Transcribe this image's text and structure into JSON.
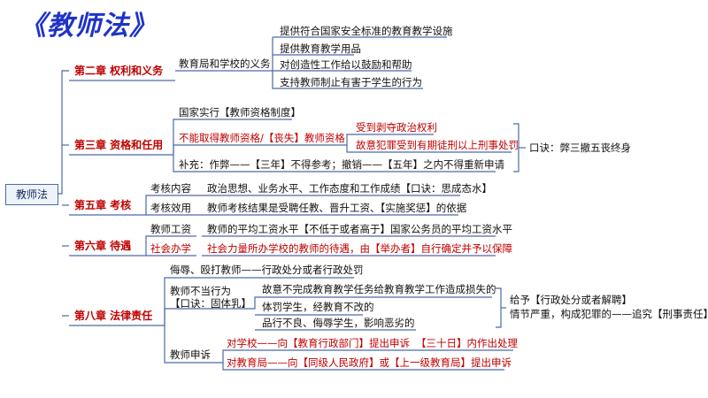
{
  "title": "《教师法》",
  "root": "教师法",
  "ch2": {
    "label": "第二章   权利和义务",
    "duty": "教育局和学校的义务",
    "items": [
      "提供符合国家安全标准的教育教学设施",
      "提供教育教学用品",
      "对创造性工作给以鼓励和帮助",
      "支持教师制止有害于学生的行为"
    ]
  },
  "ch3": {
    "label": "第三章   资格和任用",
    "system": "国家实行【教师资格制度】",
    "cannot": "不能取得教师资格/【丧失】教师资格",
    "reasons": [
      "受到剥夺政治权利",
      "故意犯罪受到有期徒刑以上刑事处罚"
    ],
    "supplement": "补充：作弊——【三年】不得参考；撤销——【五年】之内不得重新申请",
    "mnemonic": "口诀：弊三撤五丧终身"
  },
  "ch5": {
    "label": "第五章   考核",
    "rows": [
      {
        "key": "考核内容",
        "val": "政治思想、业务水平、工作态度和工作成绩【口诀：思成态水】"
      },
      {
        "key": "考核效用",
        "val": "教师考核结果是受聘任教、晋升工资、【实施奖惩】的依据"
      }
    ]
  },
  "ch6": {
    "label": "第六章   待遇",
    "rows": [
      {
        "key": "教师工资",
        "val": "教师的平均工资水平【不低于或者高于】国家公务员的平均工资水平"
      },
      {
        "key": "社会办学",
        "val": "社会力量所办学校的教师的待遇，由【举办者】自行确定并予以保障"
      }
    ]
  },
  "ch8": {
    "label": "第八章   法律责任",
    "insult": "侮辱、殴打教师——行政处分或者行政处罚",
    "improper": "教师不当行为",
    "improper_mnemonic": "【口诀：固体乳】",
    "improper_items": [
      "故意不完成教育教学任务给教育教学工作造成损失的",
      "体罚学生，经教育不改的",
      "品行不良、侮辱学生，影响恶劣的"
    ],
    "penalty_1": "给予【行政处分或者解聘】",
    "penalty_2": "情节严重，构成犯罪的——追究【刑事责任】",
    "appeal": "教师申诉",
    "appeal_school": "对学校——向【教育行政部门】提出申诉",
    "appeal_days": "【三十日】内作出处理",
    "appeal_bureau": "对教育局——向【同级人民政府】或【上一级教育局】提出申诉"
  },
  "colors": {
    "title": "#1f33c8",
    "chapter": "#c00000",
    "line": "#4b6aa8",
    "accent": "#c00000"
  }
}
